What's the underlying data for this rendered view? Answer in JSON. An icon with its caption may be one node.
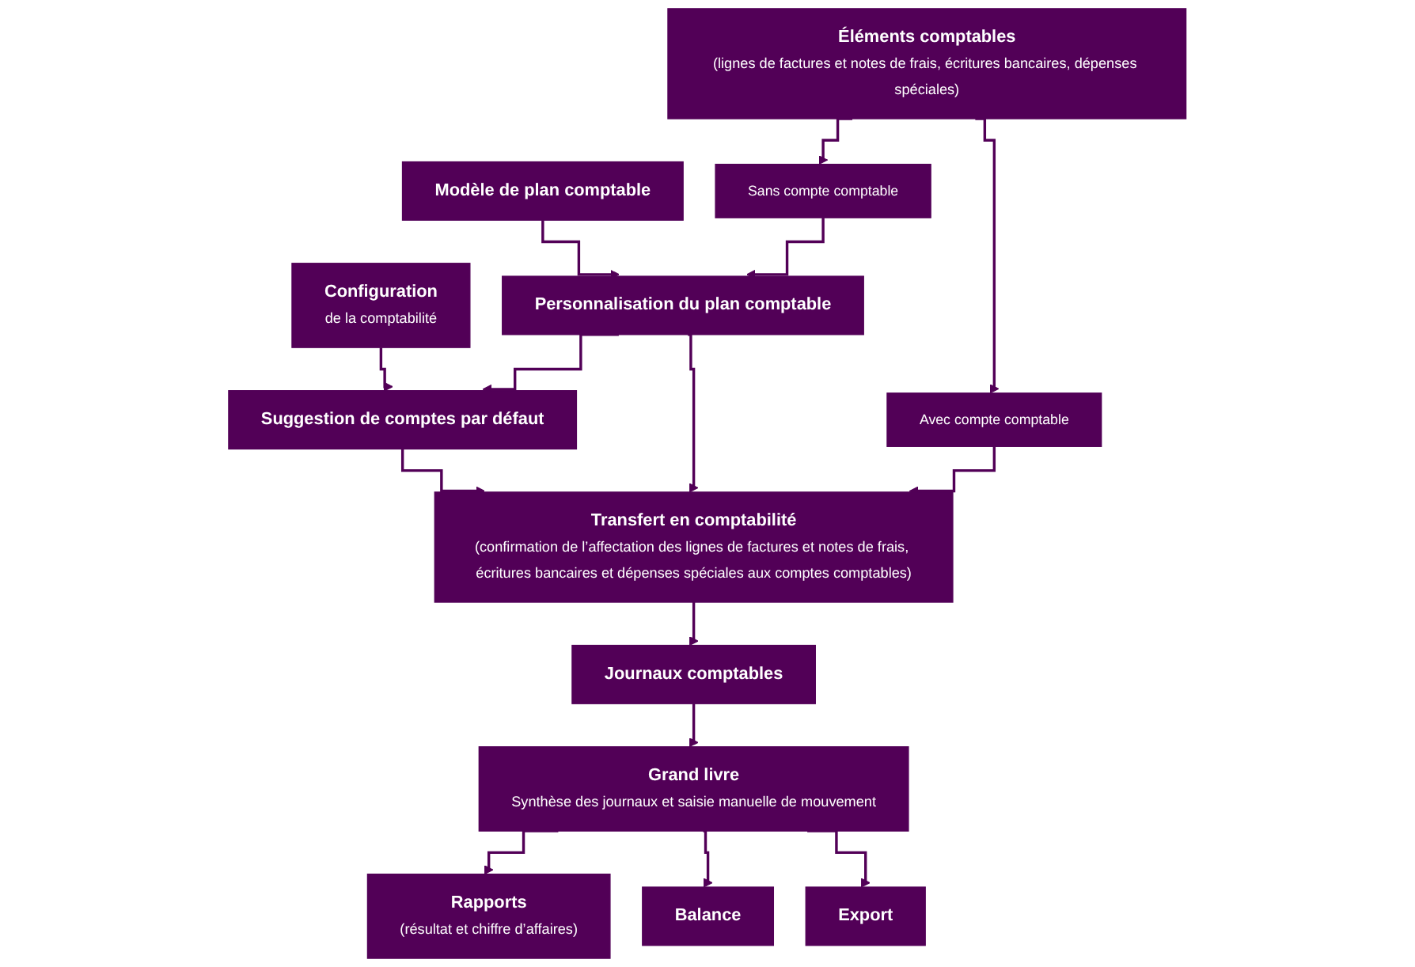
{
  "diagram": {
    "nodes": [
      {
        "text": [
          "Configuration",
          "de la comptabilité"
        ]
      },
      {
        "text": [
          "Modèle de plan comptable"
        ]
      },
      {
        "text": [
          "Éléments comptables",
          "(lignes de factures et notes de frais, écritures bancaires, dépenses spéciales)"
        ]
      },
      {
        "text": [
          "Suggestion de comptes par défaut"
        ]
      },
      {
        "text": [
          "Personnalisation du plan comptable"
        ]
      },
      {
        "text": [
          "Sans compte comptable"
        ]
      },
      {
        "text": [
          "Avec compte comptable"
        ]
      },
      {
        "text": [
          "Transfert en comptabilité",
          "(confirmation de l’affectation des lignes de factures et notes de frais, écritures bancaires et dépenses spéciales aux comptes comptables)"
        ]
      },
      {
        "text": [
          "Journaux comptables"
        ]
      },
      {
        "text": [
          "Grand livre",
          "Synthèse des journaux et saisie manuelle de mouvement"
        ]
      },
      {
        "text": [
          "Rapports",
          "(résultat et chiffre d’affaires)"
        ]
      },
      {
        "text": [
          "Balance"
        ]
      },
      {
        "text": [
          "Export"
        ]
      }
    ],
    "edges": [
      {
        "from": 0,
        "to": 3,
        "arrow": "to"
      },
      {
        "from": 1,
        "to": 4,
        "arrow": "to"
      },
      {
        "from": 2,
        "to": 5,
        "arrow": "to"
      },
      {
        "from": 2,
        "to": 6,
        "arrow": "to"
      },
      {
        "from": 4,
        "to": 3,
        "arrow": "to"
      },
      {
        "from": 5,
        "to": 4,
        "arrow": "to"
      },
      {
        "from": 3,
        "to": 7,
        "arrow": "to"
      },
      {
        "from": 4,
        "to": 7,
        "arrow": "to"
      },
      {
        "from": 6,
        "to": 7,
        "arrow": "to"
      },
      {
        "from": 7,
        "to": 8,
        "arrow": "to"
      },
      {
        "from": 8,
        "to": 9,
        "arrow": "to"
      },
      {
        "from": 9,
        "to": 10,
        "arrow": "to"
      },
      {
        "from": 9,
        "to": 11,
        "arrow": "to"
      },
      {
        "from": 9,
        "to": 12,
        "arrow": "to"
      }
    ]
  }
}
